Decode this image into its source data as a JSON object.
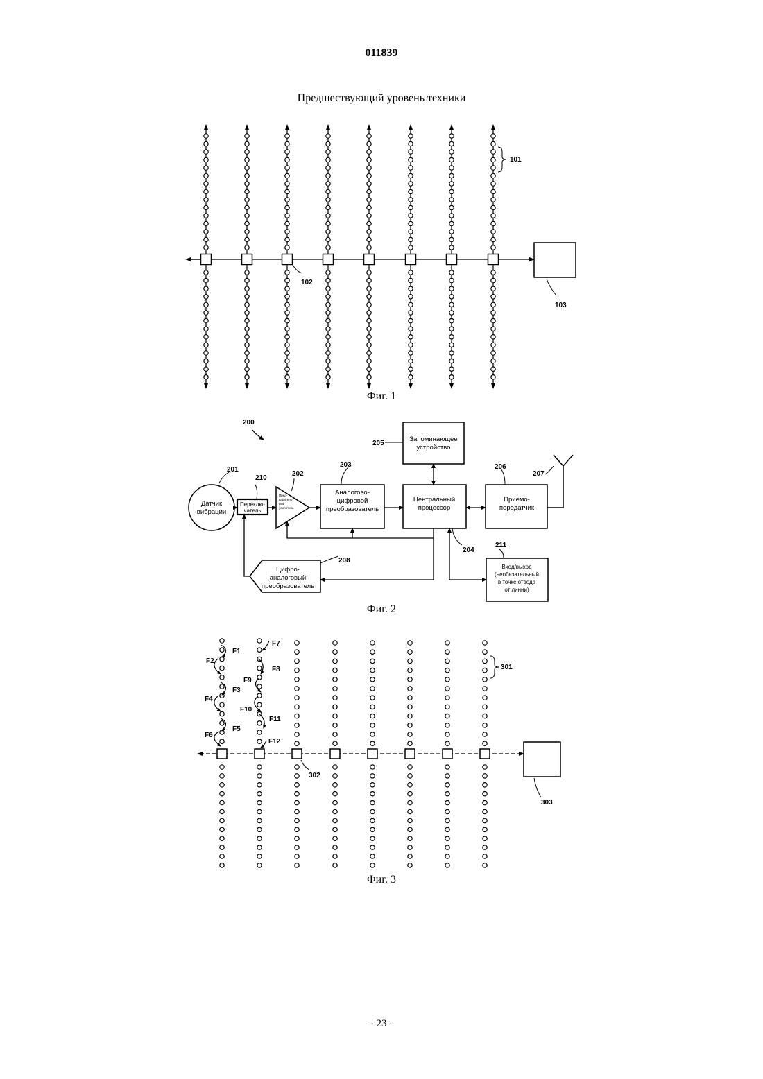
{
  "header": {
    "doc_number": "011839",
    "section_title": "Предшествующий уровень техники"
  },
  "fig1": {
    "caption": "Фиг. 1",
    "label_lines": "101",
    "label_node": "102",
    "label_box": "103"
  },
  "fig2": {
    "caption": "Фиг. 2",
    "label_system": "200",
    "sensor": {
      "id": "201",
      "line1": "Датчик",
      "line2": "вибрации"
    },
    "switch": {
      "id": "210",
      "line1": "Переклю-",
      "line2": "чатель"
    },
    "preamp": {
      "id": "202",
      "line1": "Пред-",
      "line2": "варитель-",
      "line3": "ный",
      "line4": "усилитель"
    },
    "adc": {
      "id": "203",
      "line1": "Аналогово-",
      "line2": "цифровой",
      "line3": "преобразователь"
    },
    "memory": {
      "id": "205",
      "line1": "Запоминающее",
      "line2": "устройство"
    },
    "cpu": {
      "id": "204",
      "line1": "Центральный",
      "line2": "процессор"
    },
    "transceiver": {
      "id": "206",
      "line1": "Приемо-",
      "line2": "передатчик"
    },
    "antenna": {
      "id": "207"
    },
    "dac": {
      "id": "208",
      "line1": "Цифро-",
      "line2": "аналоговый",
      "line3": "преобразователь"
    },
    "io": {
      "id": "211",
      "line1": "Вход/выход",
      "line2": "(необязательный",
      "line3": "в точке отвода",
      "line4": "от линии)"
    }
  },
  "fig3": {
    "caption": "Фиг. 3",
    "label_lines": "301",
    "label_node": "302",
    "label_box": "303",
    "flow_labels": [
      "F1",
      "F2",
      "F3",
      "F4",
      "F5",
      "F6",
      "F7",
      "F8",
      "F9",
      "F10",
      "F11",
      "F12"
    ]
  },
  "footer": {
    "page": "- 23 -"
  }
}
